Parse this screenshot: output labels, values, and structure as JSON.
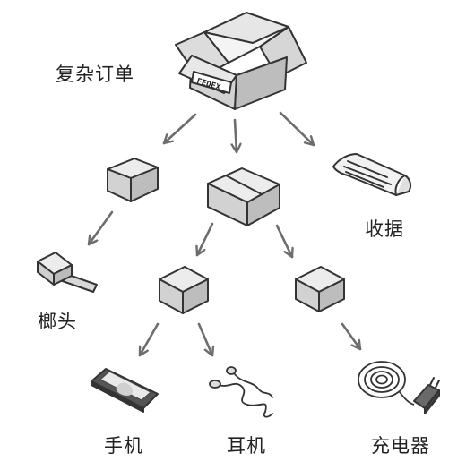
{
  "labels": {
    "complex_order": "复杂订单",
    "receipt": "收据",
    "hammer": "榔头",
    "phone": "手机",
    "earphones": "耳机",
    "charger": "充电器",
    "box_stamp": "FEDEX"
  },
  "colors": {
    "outline": "#333333",
    "box_top": "#ececec",
    "box_left": "#d2d2d2",
    "box_right": "#bdbdbd",
    "arrow": "#6d6d6d"
  }
}
